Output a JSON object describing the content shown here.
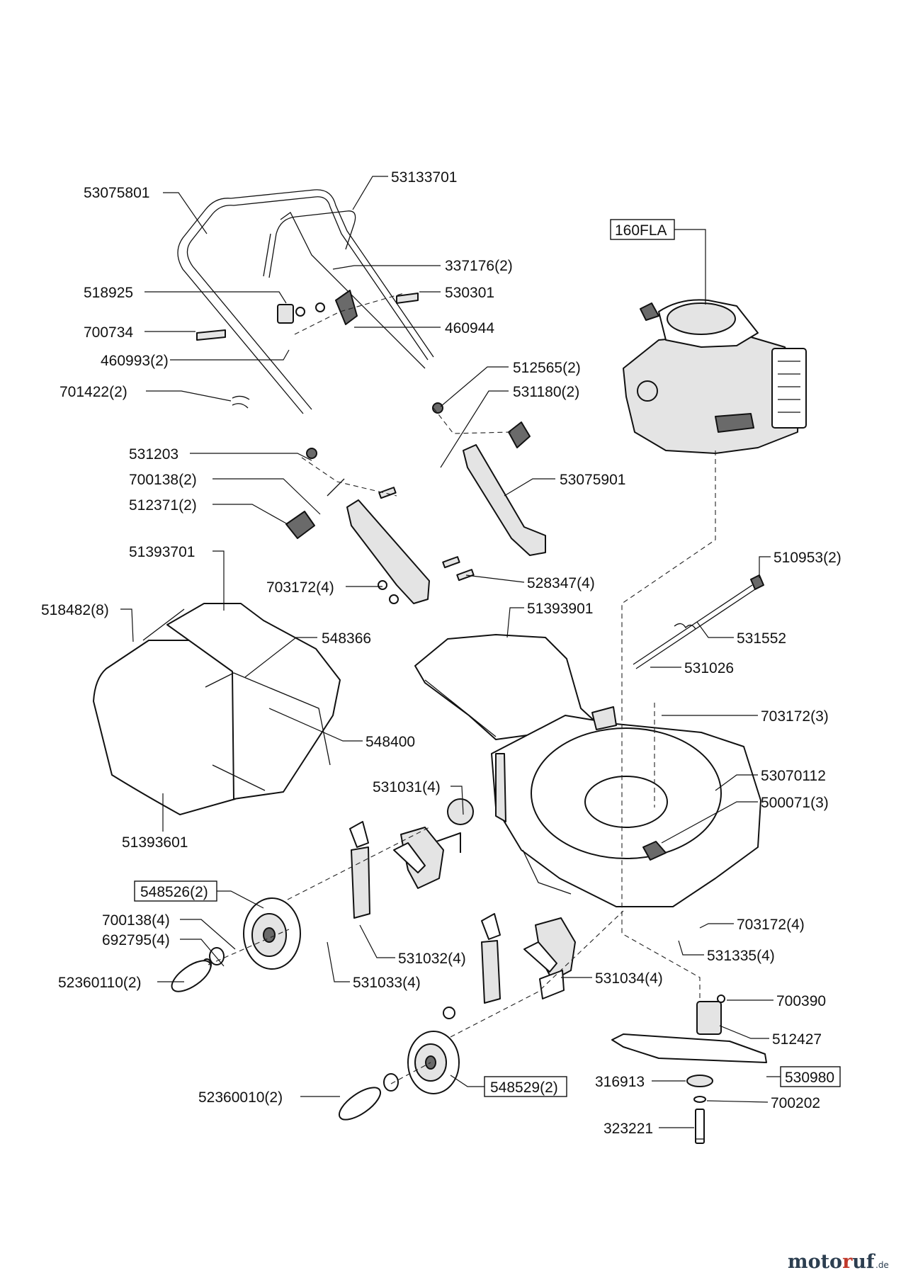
{
  "parts": [
    {
      "label": "53075801"
    },
    {
      "label": "53133701"
    },
    {
      "label": "337176(2)"
    },
    {
      "label": "518925"
    },
    {
      "label": "530301"
    },
    {
      "label": "700734"
    },
    {
      "label": "460944"
    },
    {
      "label": "460993(2)"
    },
    {
      "label": "701422(2)"
    },
    {
      "label": "512565(2)"
    },
    {
      "label": "531180(2)"
    },
    {
      "label": "531203"
    },
    {
      "label": "700138(2)"
    },
    {
      "label": "512371(2)"
    },
    {
      "label": "53075901"
    },
    {
      "label": "51393701"
    },
    {
      "label": "510953(2)"
    },
    {
      "label": "518482(8)"
    },
    {
      "label": "703172(4)"
    },
    {
      "label": "528347(4)"
    },
    {
      "label": "548366"
    },
    {
      "label": "51393901"
    },
    {
      "label": "531552"
    },
    {
      "label": "531026"
    },
    {
      "label": "703172(3)"
    },
    {
      "label": "548400"
    },
    {
      "label": "53070112"
    },
    {
      "label": "531031(4)"
    },
    {
      "label": "500071(3)"
    },
    {
      "label": "51393601"
    },
    {
      "label": "548526(2)"
    },
    {
      "label": "700138(4)"
    },
    {
      "label": "692795(4)"
    },
    {
      "label": "703172(4)"
    },
    {
      "label": "531335(4)"
    },
    {
      "label": "531032(4)"
    },
    {
      "label": "52360110(2)"
    },
    {
      "label": "531033(4)"
    },
    {
      "label": "531034(4)"
    },
    {
      "label": "700390"
    },
    {
      "label": "512427"
    },
    {
      "label": "316913"
    },
    {
      "label": "530980"
    },
    {
      "label": "700202"
    },
    {
      "label": "52360010(2)"
    },
    {
      "label": "548529(2)"
    },
    {
      "label": "323221"
    },
    {
      "label": "160FLA"
    }
  ],
  "watermark": {
    "brand": "motoruf",
    "tld": ".de",
    "accent": "#c0392b",
    "ink": "#2c3e50"
  }
}
